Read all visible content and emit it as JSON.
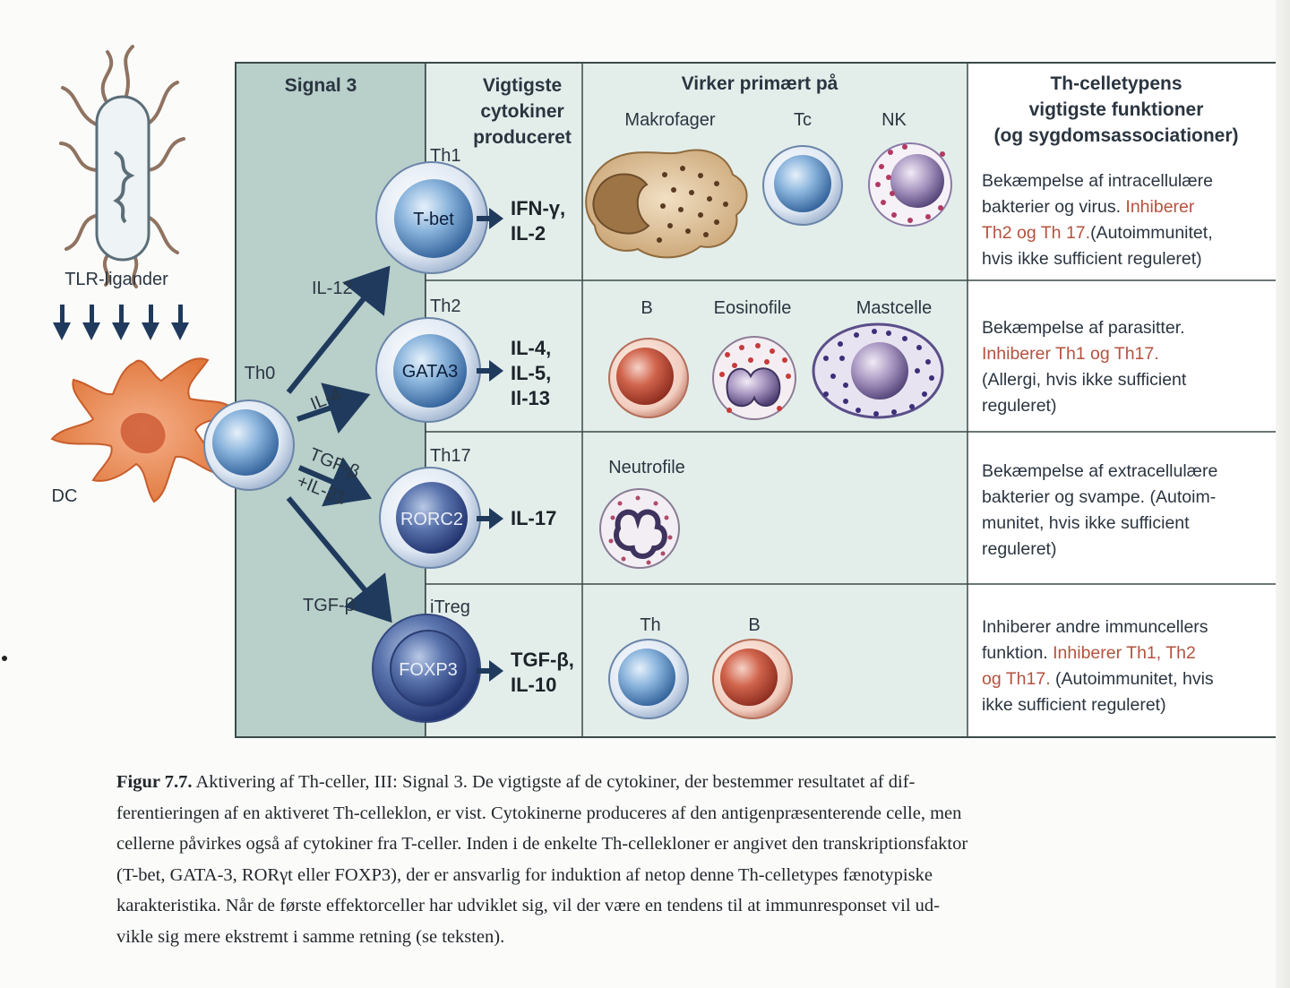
{
  "left": {
    "tlr_label": "TLR-ligander",
    "dc_label": "DC",
    "th0_label": "Th0",
    "arrows": [
      "IL-12",
      "IL-4",
      "TGF-β",
      "+IL-21",
      "TGF-β"
    ]
  },
  "headers": {
    "signal3": "Signal 3",
    "cytokines": [
      "Vigtigste",
      "cytokiner",
      "produceret"
    ],
    "targets": "Virker primært på",
    "functions": [
      "Th-celletypens",
      "vigtigste funktioner",
      "(og sygdomsassociationer)"
    ]
  },
  "rows": [
    {
      "name": "Th1",
      "tf": "T-bet",
      "cytokines": [
        "IFN-γ,",
        "IL-2"
      ],
      "targets": [
        "Makrofager",
        "Tc",
        "NK"
      ],
      "func": [
        {
          "t": "Bekæmpelse af intracellulære",
          "c": "dark"
        },
        {
          "t": "bakterier og virus. ",
          "c": "dark",
          "r": "Inhiberer"
        },
        {
          "t": "Th2 og Th 17.",
          "c": "red",
          "d": "(Autoimmunitet,"
        },
        {
          "t": "hvis ikke sufficient reguleret)",
          "c": "dark"
        }
      ]
    },
    {
      "name": "Th2",
      "tf": "GATA3",
      "cytokines": [
        "IL-4,",
        "IL-5,",
        "Il-13"
      ],
      "targets": [
        "B",
        "Eosinofile",
        "Mastcelle"
      ],
      "func": [
        {
          "t": "Bekæmpelse af parasitter.",
          "c": "dark"
        },
        {
          "t": "Inhiberer Th1 og Th17.",
          "c": "red"
        },
        {
          "t": "(Allergi, hvis ikke sufficient",
          "c": "dark"
        },
        {
          "t": "reguleret)",
          "c": "dark"
        }
      ]
    },
    {
      "name": "Th17",
      "tf": "RORC2",
      "cytokines": [
        "IL-17"
      ],
      "targets": [
        "Neutrofile"
      ],
      "func": [
        {
          "t": "Bekæmpelse af extracellulære",
          "c": "dark"
        },
        {
          "t": "bakterier og svampe. (Autoim-",
          "c": "dark"
        },
        {
          "t": "munitet, hvis ikke sufficient",
          "c": "dark"
        },
        {
          "t": "reguleret)",
          "c": "dark"
        }
      ]
    },
    {
      "name": "iTreg",
      "tf": "FOXP3",
      "cytokines": [
        "TGF-β,",
        "IL-10"
      ],
      "targets": [
        "Th",
        "B"
      ],
      "func": [
        {
          "t": "Inhiberer andre immuncellers",
          "c": "dark"
        },
        {
          "t": "funktion. ",
          "c": "dark",
          "r": "Inhiberer Th1, Th2"
        },
        {
          "t": "og Th17.",
          "c": "red",
          "d": " (Autoimmunitet, hvis"
        },
        {
          "t": "ikke sufficient reguleret)",
          "c": "dark"
        }
      ]
    }
  ],
  "caption": {
    "figure_no": "Figur 7.7.",
    "lines": [
      " Aktivering af Th-celler, III: Signal 3. De vigtigste af de cytokiner, der bestemmer resultatet af dif-",
      "ferentieringen af en aktiveret Th-celleklon, er vist. Cytokinerne produceres af den antigenpræsenterende celle, men",
      "cellerne påvirkes også af cytokiner fra T-celler. Inden i de enkelte Th-cellekloner er angivet den transkriptionsfaktor",
      "(T-bet, GATA-3, RORγt eller FOXP3), der er ansvarlig for induktion af netop denne Th-celletypes fænotypiske",
      "karakteristika. Når de første effektorceller har udviklet sig, vil der være en tendens til at immunresponset vil ud-",
      "vikle sig mere ekstremt i samme retning (se teksten)."
    ]
  },
  "colors": {
    "panel_dark": "#b8cfca",
    "panel_light": "#e3eeeb",
    "accent_red": "#b5523e",
    "arrow": "#1f3a5c"
  }
}
